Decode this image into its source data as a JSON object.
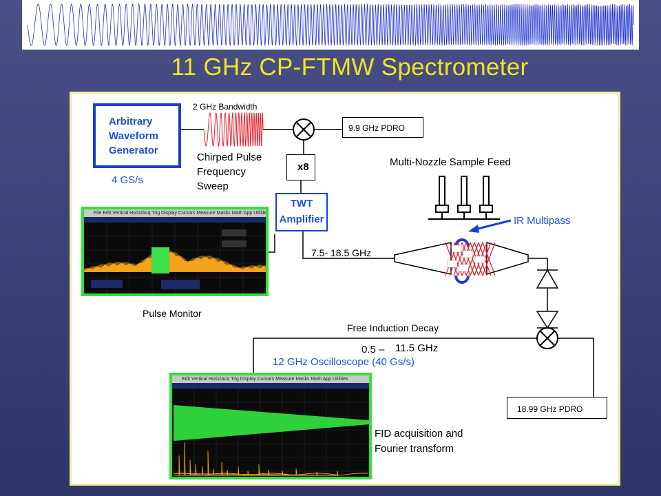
{
  "title": "11 GHz CP-FTMW Spectrometer",
  "awg": {
    "line1": "Arbitrary",
    "line2": "Waveform",
    "line3": "Generator",
    "rate": "4 GS/s"
  },
  "chirp": {
    "bandwidth": "2 GHz Bandwidth",
    "line1": "Chirped Pulse",
    "line2": "Frequency",
    "line3": "Sweep"
  },
  "pdro1": "9.9 GHz PDRO",
  "multiplier": "x8",
  "twt": {
    "line1": "TWT",
    "line2": "Amplifier"
  },
  "band_in": "7.5- 18.5 GHz",
  "nozzle": "Multi-Nozzle Sample Feed",
  "ir": "IR Multipass",
  "pulse_monitor": "Pulse Monitor",
  "fid": "Free Induction Decay",
  "band_out_a": "0.5 –",
  "band_out_b": "11.5 GHz",
  "scope_label": "12 GHz Oscilloscope (40 Gs/s)",
  "pdro2": "18.99 GHz PDRO",
  "fid_acq": {
    "line1": "FID acquisition and",
    "line2": "Fourier transform"
  },
  "scope_menu": "File   Edit   Vertical   Horiz/Acq   Trig   Display   Cursors   Measure   Masks   Math   App   Utilities",
  "scope_menu2": "Edit   Vertical   Horiz/Acq   Trig   Display   Cursors   Measure   Masks   Math   App   Utilities",
  "colors": {
    "accent_blue": "#1a3fd1",
    "title_yellow": "#f0e620",
    "scope_green": "#33e03a",
    "chirp_red": "#e8202a"
  }
}
